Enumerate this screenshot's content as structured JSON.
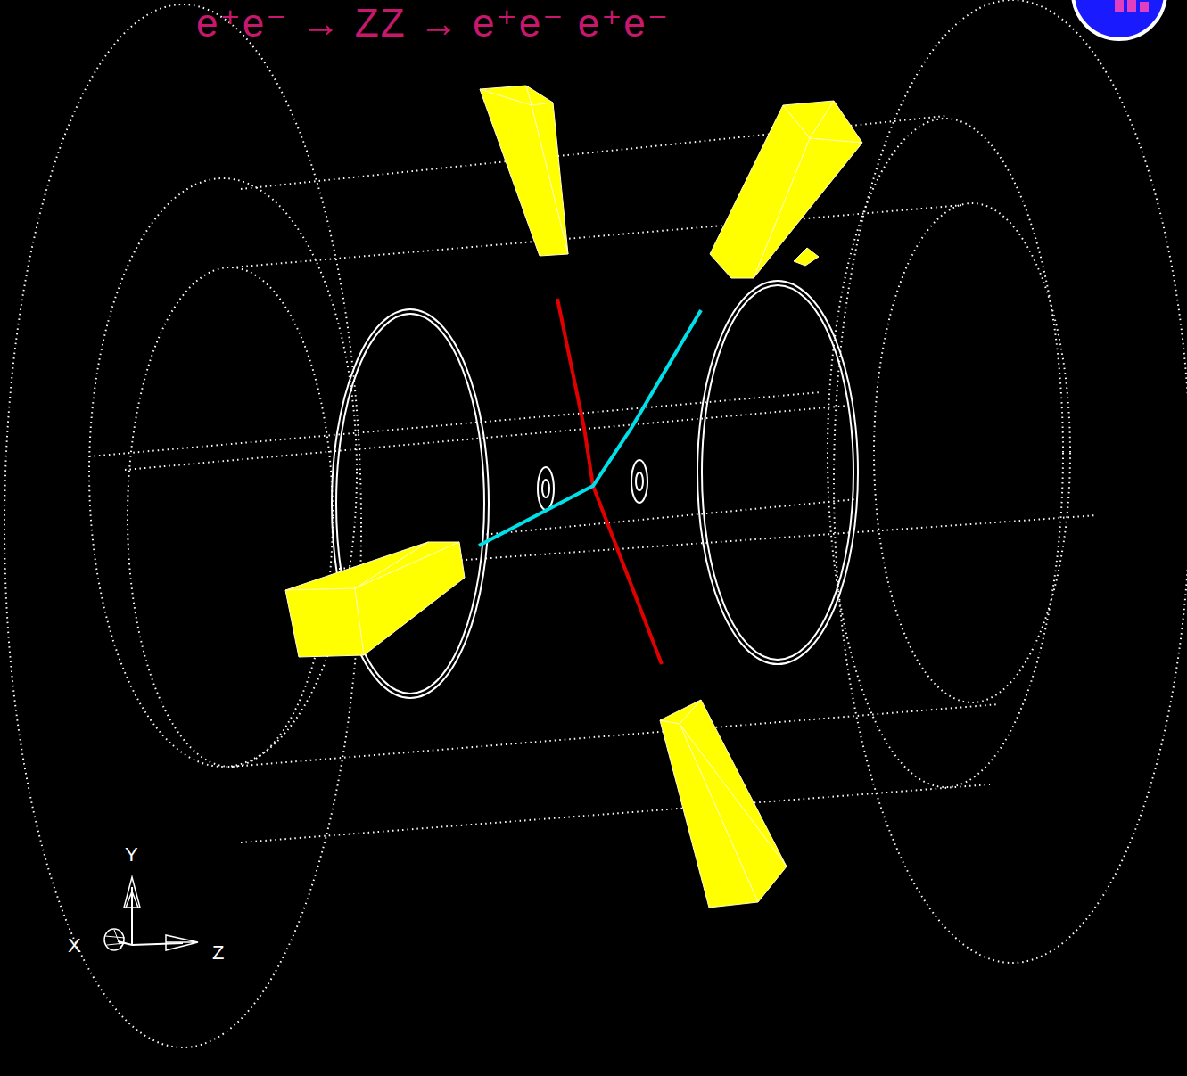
{
  "diagram": {
    "title": "e⁺e⁻ → ZZ → e⁺e⁻ e⁺e⁻",
    "labels": [
      "Y",
      "X",
      "Z"
    ]
  }
}
